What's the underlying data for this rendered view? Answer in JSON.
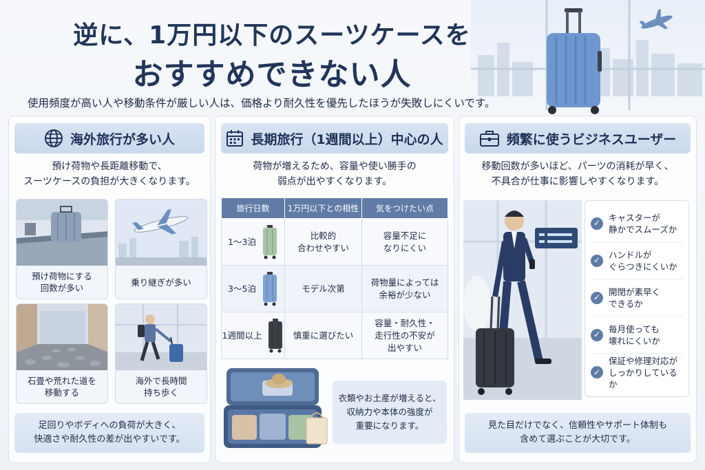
{
  "title_line1": "逆に、1万円以下のスーツケースを",
  "title_line2": "おすすめできない人",
  "subtitle": "使用頻度が高い人や移動条件が厳しい人は、価格より耐久性を優先したほうが失敗しにくいです。",
  "colors": {
    "accent": "#5f7ba6",
    "header_bg": "#d3dfee",
    "title": "#223559"
  },
  "panels": [
    {
      "title": "海外旅行が多い人",
      "icon": "globe-icon",
      "desc": [
        "預け荷物や長距離移動で、",
        "スーツケースの負担が大きくなります。"
      ],
      "tiles": [
        {
          "caption": [
            "預け荷物にする",
            "回数が多い"
          ],
          "image": "baggage-carousel"
        },
        {
          "caption": [
            "乗り継ぎが多い"
          ],
          "image": "airplane"
        },
        {
          "caption": [
            "石畳や荒れた道を",
            "移動する"
          ],
          "image": "cobblestone-street"
        },
        {
          "caption": [
            "海外で長時間",
            "持ち歩く"
          ],
          "image": "traveler-walking"
        }
      ],
      "footer": [
        "足回りやボディへの負荷が大きく、",
        "快適さや耐久性の差が出やすいです。"
      ]
    },
    {
      "title": "長期旅行（1週間以上）中心の人",
      "icon": "calendar-icon",
      "desc": [
        "荷物が増えるため、容量や使い勝手の",
        "弱点が出やすくなります。"
      ],
      "table": {
        "headers": [
          "旅行日数",
          "1万円以下との相性",
          "気をつけたい点"
        ],
        "rows": [
          {
            "days": "1〜3泊",
            "suitcase_color": "#a9c3a4",
            "fit": [
              "比較的",
              "合わせやすい"
            ],
            "caution": [
              "容量不足に",
              "なりにくい"
            ]
          },
          {
            "days": "3〜5泊",
            "suitcase_color": "#7fa2d4",
            "fit": [
              "モデル次第"
            ],
            "caution": [
              "荷物量によっては",
              "余裕が少ない"
            ]
          },
          {
            "days": "1週間以上",
            "suitcase_color": "#3c3f46",
            "fit": [
              "慎重に選びたい"
            ],
            "caution": [
              "容量・耐久性・",
              "走行性の不安が",
              "出やすい"
            ]
          }
        ]
      },
      "note": [
        "衣類やお土産が増えると、",
        "収納力や本体の強度が",
        "重要になります。"
      ]
    },
    {
      "title": "頻繁に使うビジネスユーザー",
      "icon": "briefcase-icon",
      "desc": [
        "移動回数が多いほど、パーツの消耗が早く、",
        "不具合が仕事に影響しやすくなります。"
      ],
      "checklist": [
        [
          "キャスターが",
          "静かでスムーズか"
        ],
        [
          "ハンドルが",
          "ぐらつきにくいか"
        ],
        [
          "開閉が素早く",
          "できるか"
        ],
        [
          "毎月使っても",
          "壊れにくいか"
        ],
        [
          "保証や修理対応が",
          "しっかりしているか"
        ]
      ],
      "footer": [
        "見た目だけでなく、信頼性やサポート体制も",
        "含めて選ぶことが大切です。"
      ]
    }
  ]
}
